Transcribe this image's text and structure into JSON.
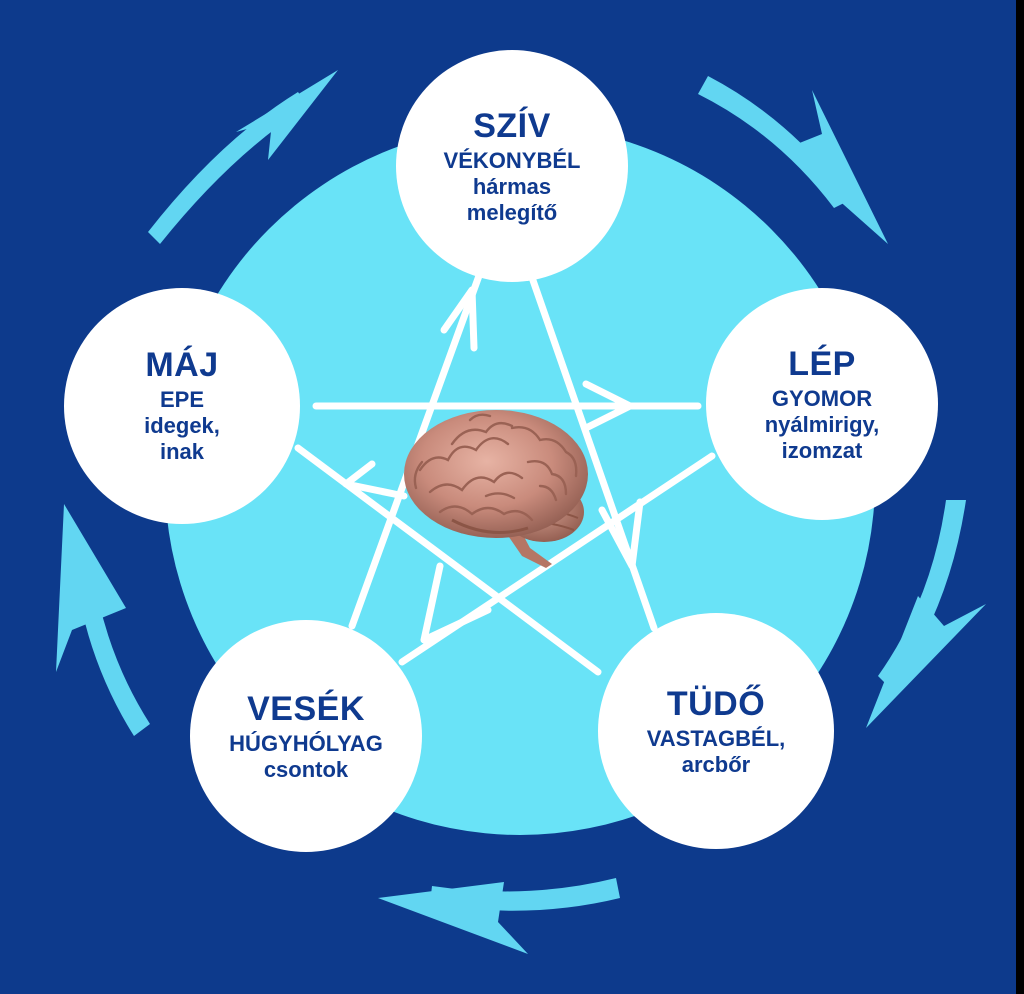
{
  "colors": {
    "background": "#0d3a8c",
    "disc": "#69e3f7",
    "node_fill": "#ffffff",
    "outer_arrows": "#62d6f2",
    "star": "#ffffff",
    "text": "#0f3a8f"
  },
  "nodes": {
    "top": {
      "title": "SZÍV",
      "line1": "VÉKONYBÉL",
      "line2": "hármas",
      "line3": "melegítő"
    },
    "left": {
      "title": "MÁJ",
      "line1": "EPE",
      "line2": "idegek,",
      "line3": "inak"
    },
    "right": {
      "title": "LÉP",
      "line1": "GYOMOR",
      "line2": "nyálmirigy,",
      "line3": "izomzat"
    },
    "bottom_left": {
      "title": "VESÉK",
      "line1": "HÚGYHÓLYAG",
      "line2": "csontok"
    },
    "bottom_right": {
      "title": "TÜDŐ",
      "line1": "VASTAGBÉL,",
      "line2": "arcbőr"
    }
  },
  "center_image": "brain-icon"
}
